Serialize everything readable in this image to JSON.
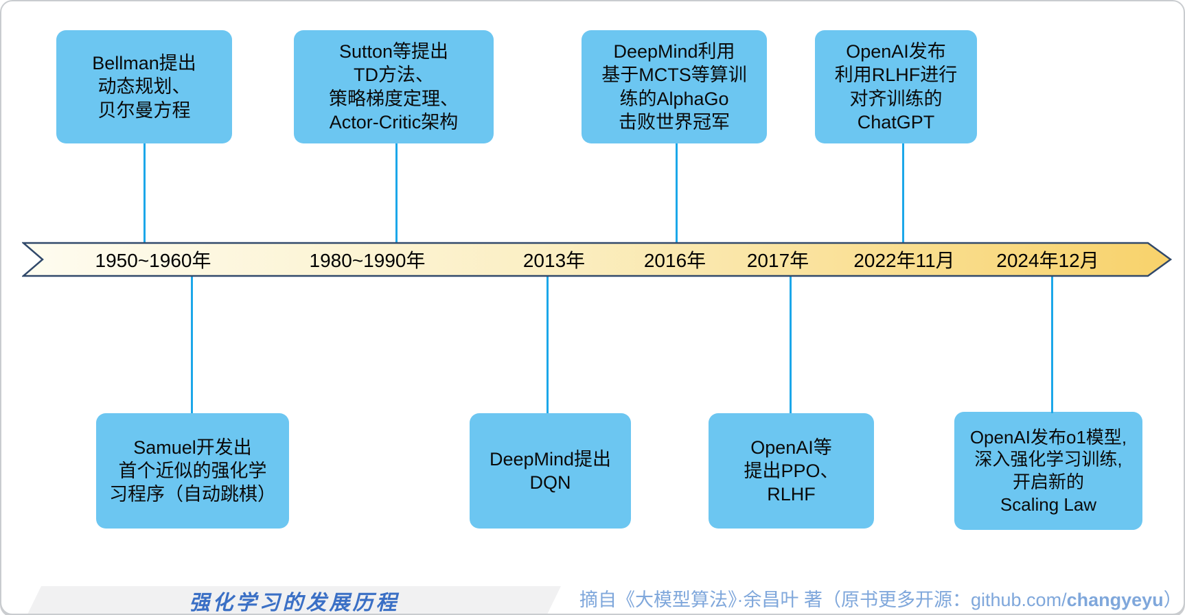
{
  "caption": "强化学习的发展历程",
  "attribution": {
    "prefix": "摘自《大模型算法》·余昌叶 著（原书更多开源：github.com/",
    "bold": "changyeyu",
    "suffix": "）"
  },
  "timeline": {
    "dates": [
      "1950~1960年",
      "1980~1990年",
      "2013年",
      "2016年",
      "2017年",
      "2022年11月",
      "2024年12月"
    ]
  },
  "events_top": [
    "Bellman提出\n动态规划、\n贝尔曼方程",
    "Sutton等提出\nTD方法、\n策略梯度定理、\nActor-Critic架构",
    "DeepMind利用\n基于MCTS等算训\n练的AlphaGo\n击败世界冠军",
    "OpenAI发布\n利用RLHF进行\n对齐训练的\nChatGPT"
  ],
  "events_bottom": [
    "Samuel开发出\n首个近似的强化学\n习程序（自动跳棋）",
    "DeepMind提出\nDQN",
    "OpenAI等\n提出PPO、\nRLHF",
    "OpenAI发布o1模型,\n深入强化学习训练,\n开启新的\nScaling Law"
  ],
  "colors": {
    "box_fill": "#6cc6f1",
    "connector": "#1ba7e9",
    "arrow_border": "#30486a",
    "arrow_gradient_start": "#fefcf0",
    "arrow_gradient_mid": "#fbefc4",
    "arrow_gradient_end": "#f8d26b",
    "caption_color": "#3a6fc5",
    "attribution_color": "#7fa7db",
    "strip_gray": "#f1f1f2"
  }
}
